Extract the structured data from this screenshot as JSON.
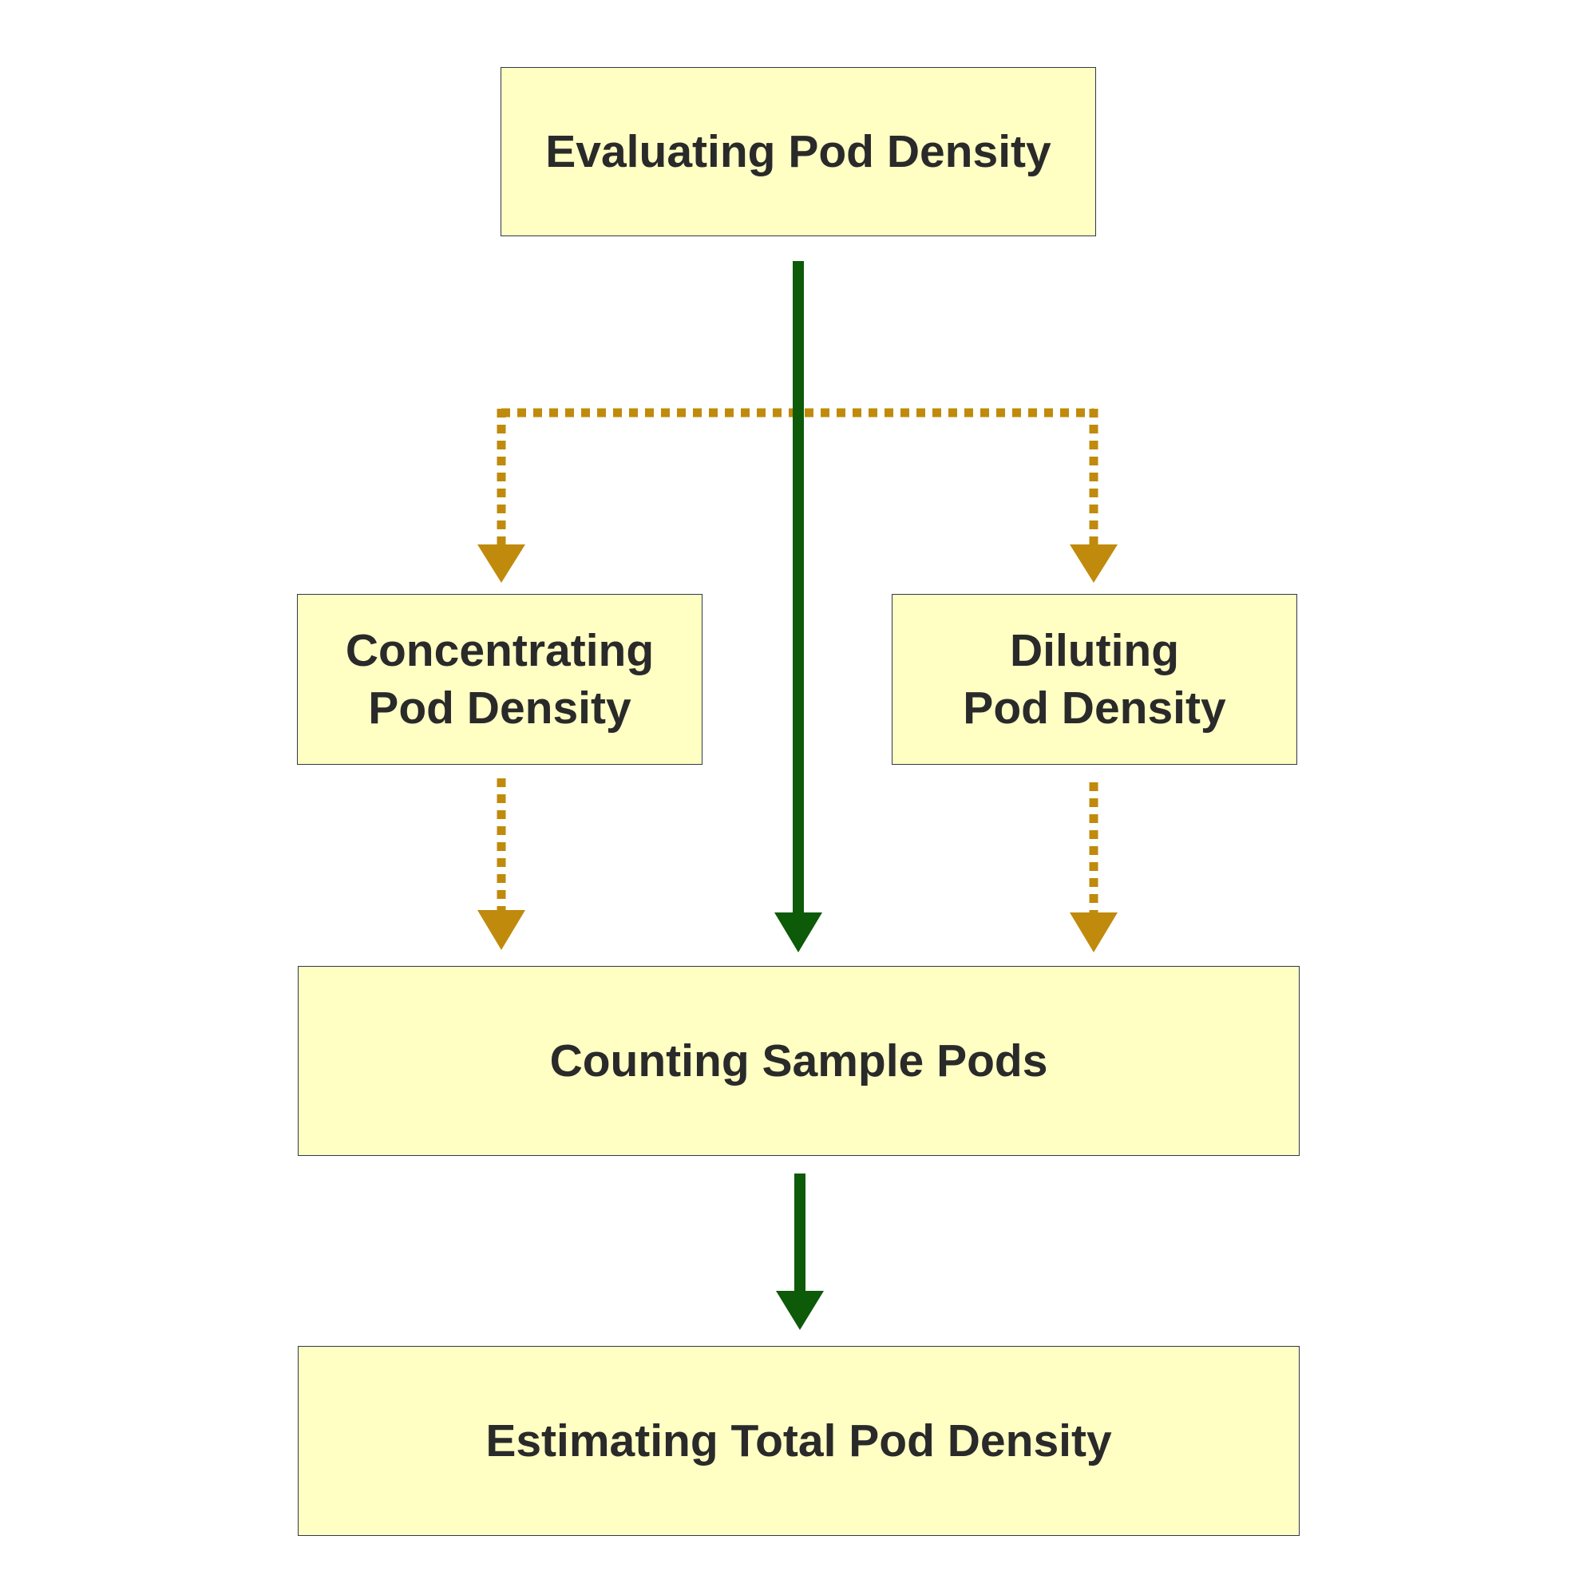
{
  "colors": {
    "box_fill": "#ffffc4",
    "box_border": "#2f3a4a",
    "text": "#2a2a2a",
    "main_flow": "#0d5a08",
    "optional_flow": "#c08a0c"
  },
  "nodes": {
    "evaluating": {
      "lines": [
        "Evaluating Pod Density"
      ]
    },
    "concentrating": {
      "lines": [
        "Concentrating",
        "Pod Density"
      ]
    },
    "diluting": {
      "lines": [
        "Diluting",
        "Pod Density"
      ]
    },
    "counting": {
      "lines": [
        "Counting Sample Pods"
      ]
    },
    "estimating": {
      "lines": [
        "Estimating Total Pod Density"
      ]
    }
  },
  "edges": [
    {
      "from": "evaluating",
      "to": "counting",
      "style": "solid"
    },
    {
      "from": "evaluating",
      "to": "concentrating",
      "style": "dotted"
    },
    {
      "from": "evaluating",
      "to": "diluting",
      "style": "dotted"
    },
    {
      "from": "concentrating",
      "to": "counting",
      "style": "dotted"
    },
    {
      "from": "diluting",
      "to": "counting",
      "style": "dotted"
    },
    {
      "from": "counting",
      "to": "estimating",
      "style": "solid"
    }
  ]
}
